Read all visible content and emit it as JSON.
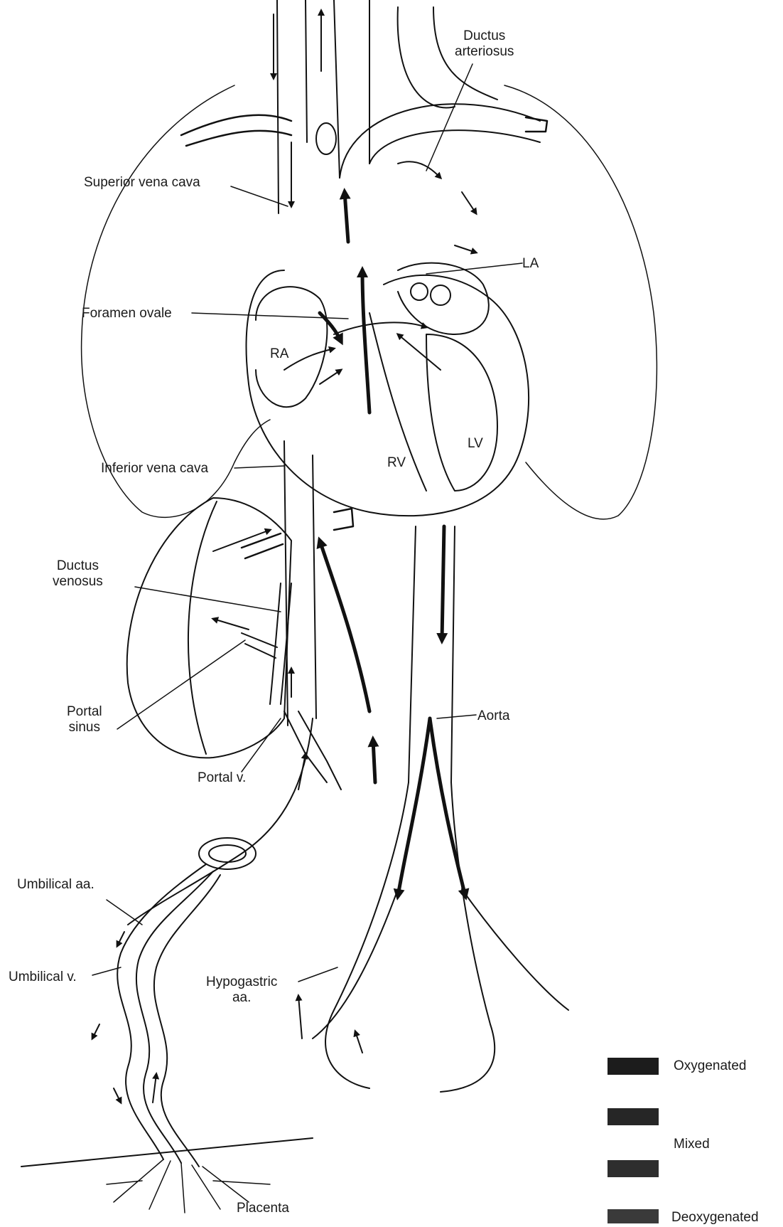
{
  "labels": {
    "ductus_arteriosus": [
      "Ductus",
      "arteriosus"
    ],
    "superior_vena_cava": "Superior vena cava",
    "la": "LA",
    "foramen_ovale": "Foramen ovale",
    "ra": "RA",
    "lv": "LV",
    "rv": "RV",
    "inferior_vena_cava": "Inferior vena cava",
    "ductus_venosus": [
      "Ductus",
      "venosus"
    ],
    "portal_sinus": [
      "Portal",
      "sinus"
    ],
    "aorta": "Aorta",
    "portal_v": "Portal v.",
    "umbilical_aa": "Umbilical aa.",
    "umbilical_v": "Umbilical v.",
    "hypogastric_aa": [
      "Hypogastric",
      "aa."
    ],
    "placenta": "Placenta"
  },
  "legend": {
    "oxygenated": "Oxygenated",
    "mixed": "Mixed",
    "deoxygenated": "Deoxygenated"
  },
  "colors": {
    "ink": "#111111",
    "swatch_oxygenated": "#1c1c1c",
    "swatch_mixed": "#262626",
    "swatch_deoxygenated": "#3a3a3a"
  }
}
